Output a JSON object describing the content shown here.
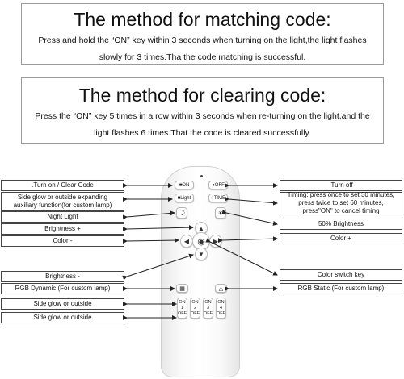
{
  "match_box": {
    "title": "The method for matching code:",
    "line1": "Press and hold the  “ON” key within 3 seconds when turning on the light,the light flashes",
    "line2": "slowly for 3 times.Tha the code matching is successful."
  },
  "clear_box": {
    "title": "The method for clearing code:",
    "line1": "Press the  “ON” key 5 times in a row within 3 seconds when re-turning on the light,and the",
    "line2": "light flashes 6 times.That the code is cleared successfully."
  },
  "left_labels": [
    ".Turn on / Clear Code",
    "Side glow or outside expanding",
    "auxiliary function(for custom lamp)",
    "Night Light",
    "Brightness +",
    "Color -",
    "Brightness -",
    "RGB Dynamic (For custom lamp)",
    "Side glow or outside",
    "Side glow or outside"
  ],
  "right_labels": [
    ".Turn off",
    "Timing: press once to set 30 minutes,",
    "press twice to set 60 minutes,",
    "press\"ON\" to cancel timing",
    "50% Brightness",
    "Color +",
    "Color switch key",
    "RGB Static (For custom lamp)"
  ],
  "remote": {
    "on_key": "■ON",
    "off_key": "●OFF",
    "light_key": "■Light",
    "time_key": "◌TIME",
    "night_icon": "moon-icon",
    "half_icon": "half-brightness-icon",
    "group_on": "ON",
    "group_off": "OFF",
    "group_nums": [
      "1",
      "2",
      "3",
      "4"
    ]
  }
}
